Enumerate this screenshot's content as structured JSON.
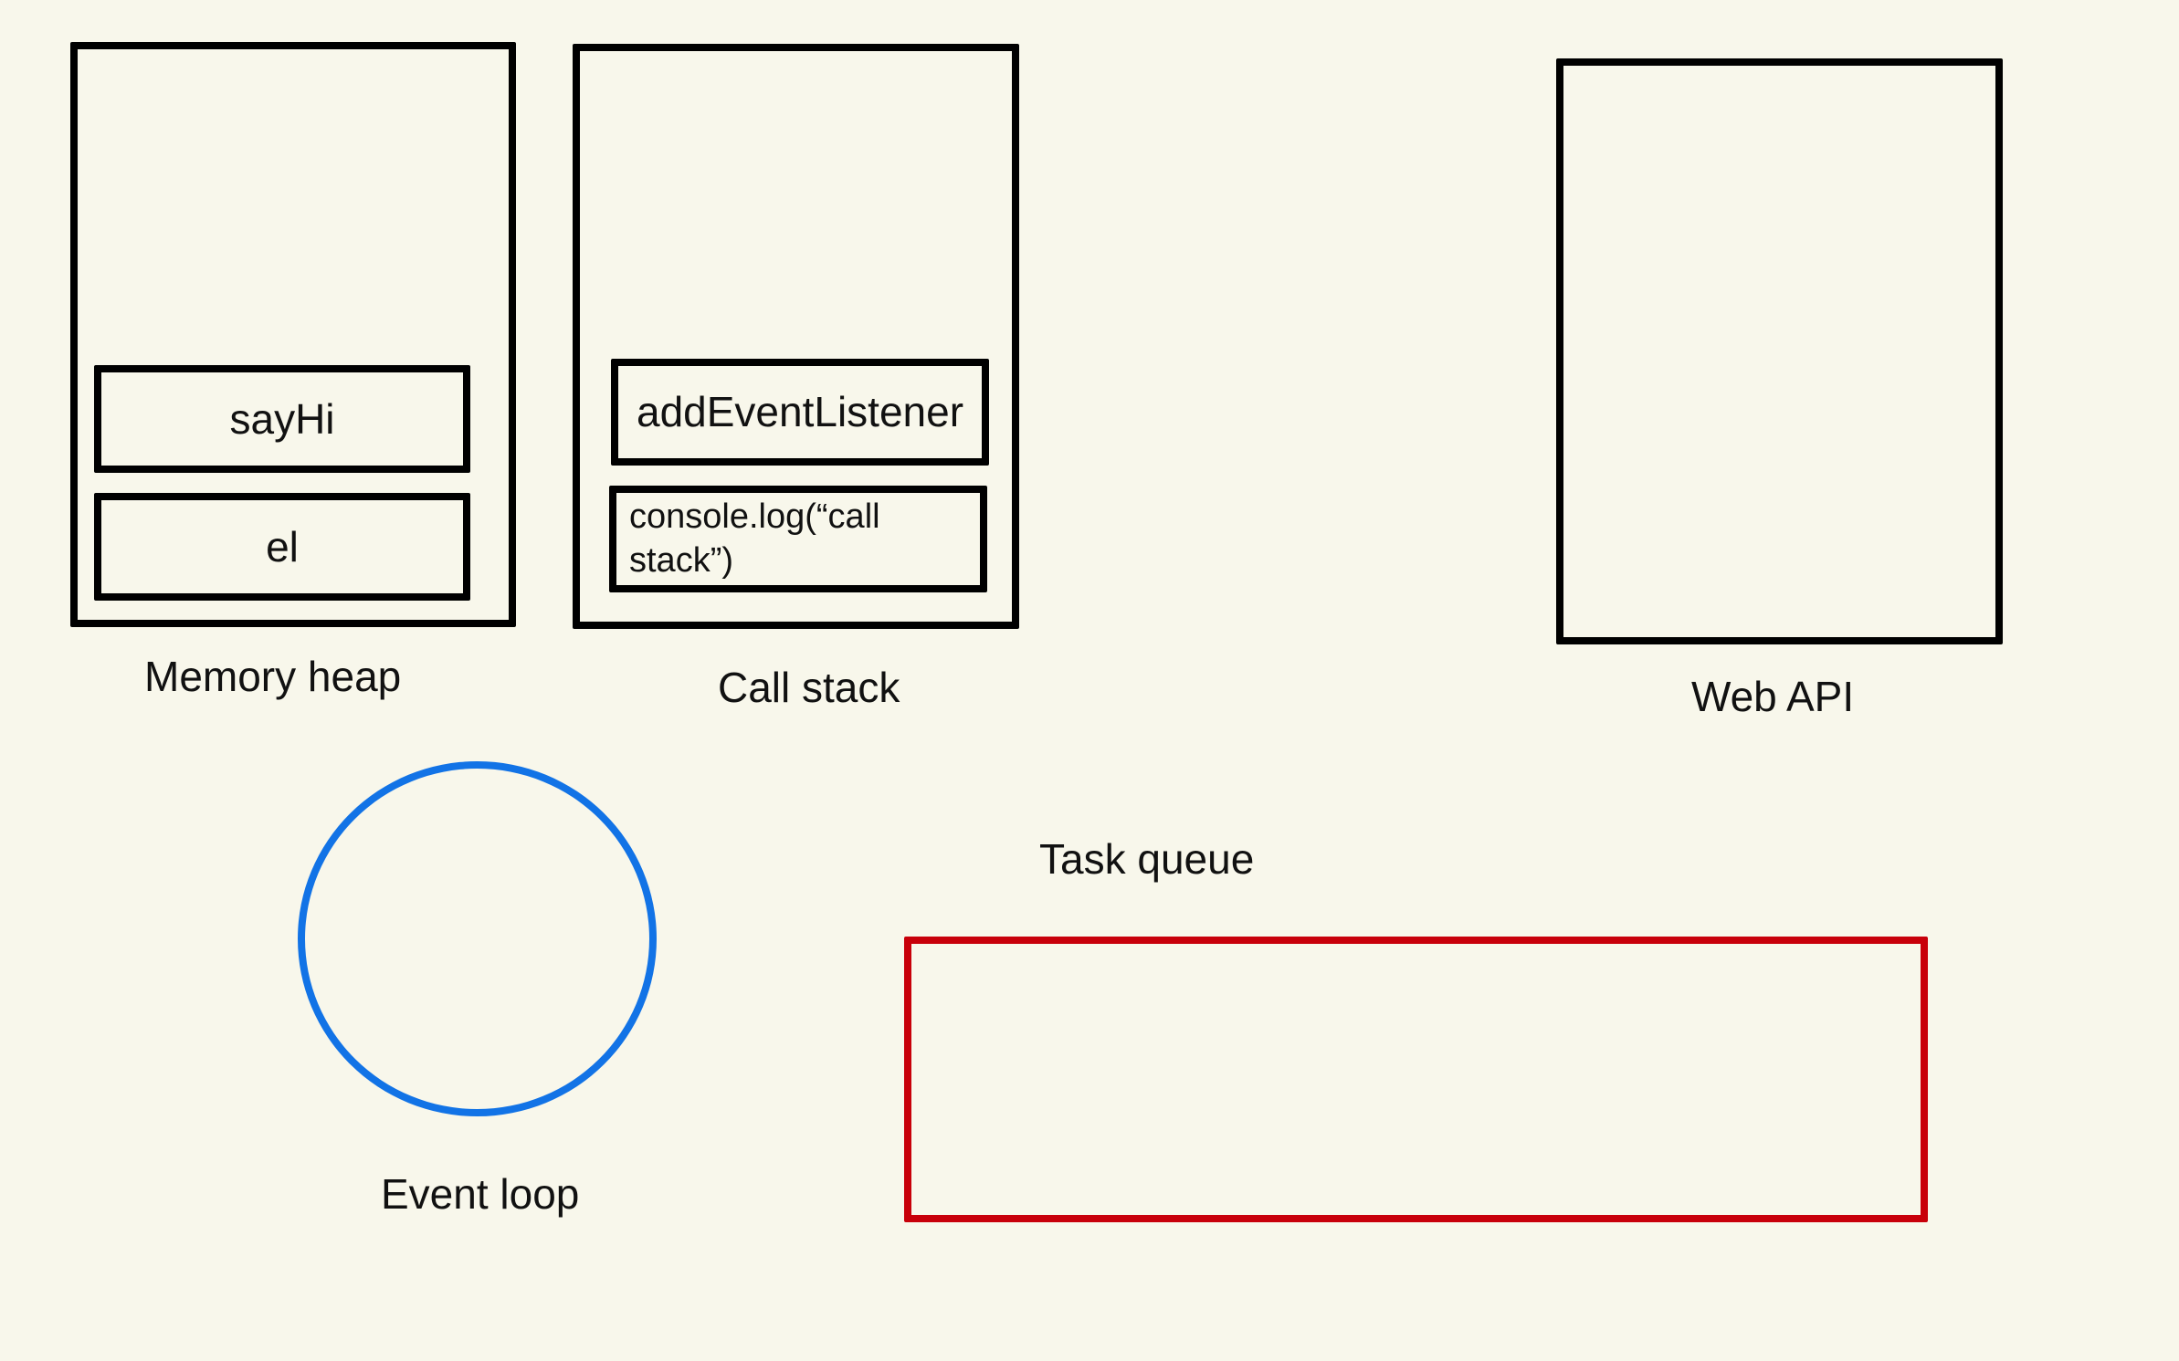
{
  "colors": {
    "background": "#f8f7eb",
    "stroke": "#000000",
    "event_loop": "#1273e6",
    "task_queue": "#c8000a"
  },
  "memory_heap": {
    "label": "Memory heap",
    "items": [
      "sayHi",
      "el"
    ]
  },
  "call_stack": {
    "label": "Call stack",
    "items": [
      "addEventListener",
      "console.log(“call\nstack”)"
    ]
  },
  "web_api": {
    "label": "Web API"
  },
  "event_loop": {
    "label": "Event loop"
  },
  "task_queue": {
    "label": "Task queue"
  }
}
